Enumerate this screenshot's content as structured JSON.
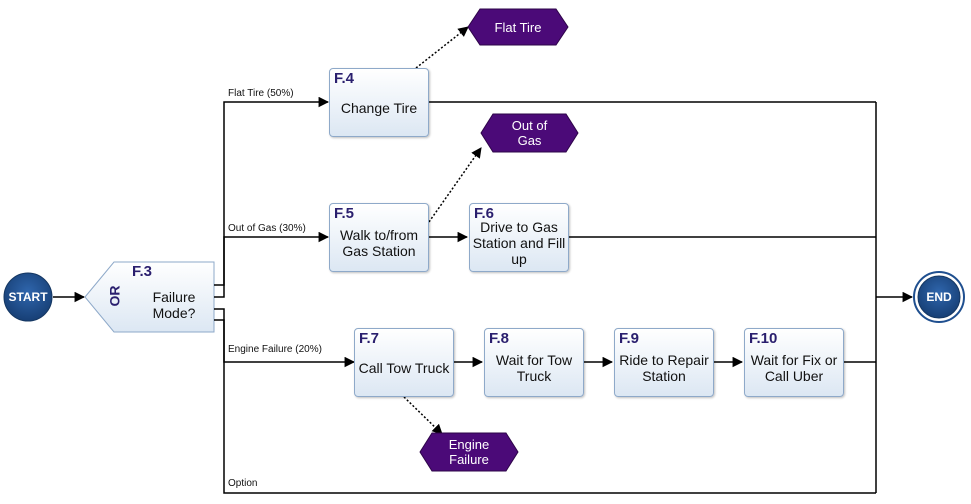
{
  "start": {
    "label": "START"
  },
  "end": {
    "label": "END"
  },
  "decision": {
    "id": "F.3",
    "gate": "OR",
    "text": "Failure Mode?"
  },
  "paths": {
    "flat": "Flat Tire (50%)",
    "gas": "Out of Gas (30%)",
    "engine": "Engine Failure (20%)",
    "option": "Option"
  },
  "tasks": [
    {
      "id": "F.4",
      "text": "Change Tire"
    },
    {
      "id": "F.5",
      "text": "Walk to/from Gas Station"
    },
    {
      "id": "F.6",
      "text": "Drive to Gas Station and Fill up"
    },
    {
      "id": "F.7",
      "text": "Call Tow Truck"
    },
    {
      "id": "F.8",
      "text": "Wait for Tow Truck"
    },
    {
      "id": "F.9",
      "text": "Ride to Repair Station"
    },
    {
      "id": "F.10",
      "text": "Wait for Fix or Call Uber"
    }
  ],
  "events": [
    {
      "text": "Flat Tire"
    },
    {
      "text": "Out of Gas"
    },
    {
      "text": "Engine Failure"
    }
  ],
  "colors": {
    "node": "#1f4f8f",
    "event": "#4b0a78",
    "line": "#000000",
    "task_border": "#8ea9c9"
  }
}
